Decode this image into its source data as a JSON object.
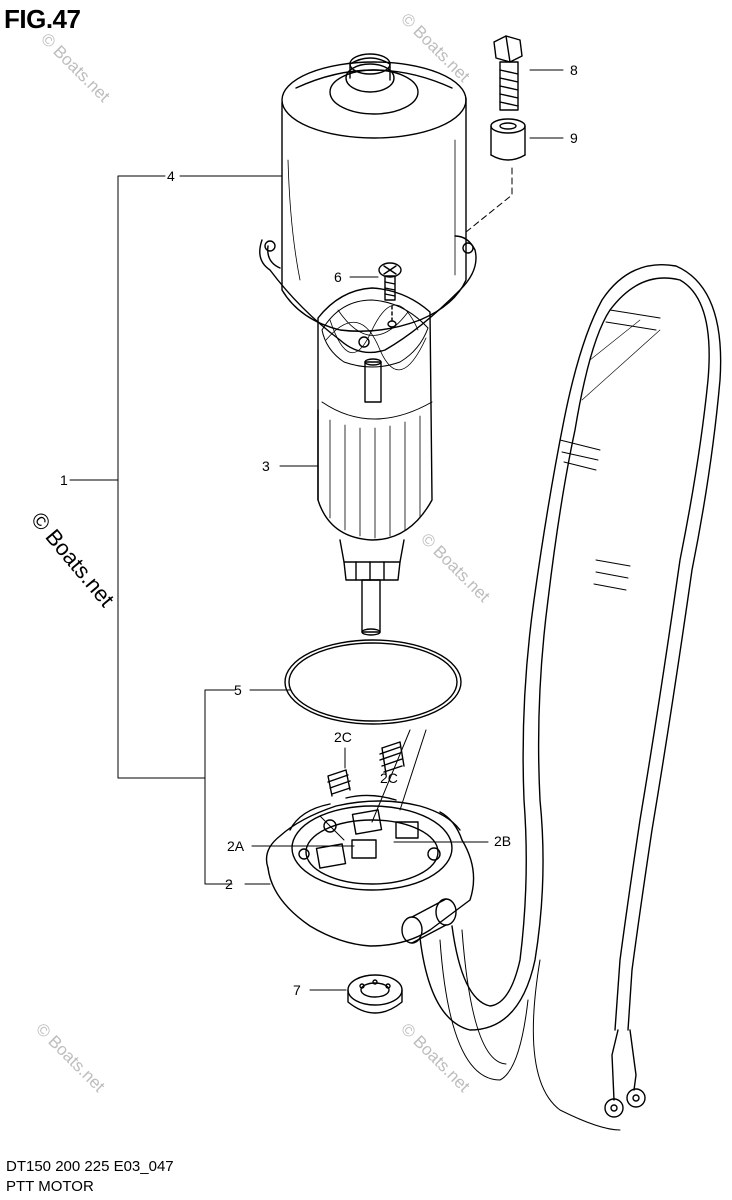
{
  "figure": {
    "title": "FIG.47",
    "model_code": "DT150 200 225 E03_047",
    "part_name": "PTT MOTOR"
  },
  "watermark": {
    "text": "© Boats.net"
  },
  "callouts": {
    "c1": "1",
    "c2": "2",
    "c2a": "2A",
    "c2b": "2B",
    "c2c_upper": "2C",
    "c2c_lower": "2C",
    "c3": "3",
    "c4": "4",
    "c5": "5",
    "c6": "6",
    "c7": "7",
    "c8": "8",
    "c9": "9"
  }
}
